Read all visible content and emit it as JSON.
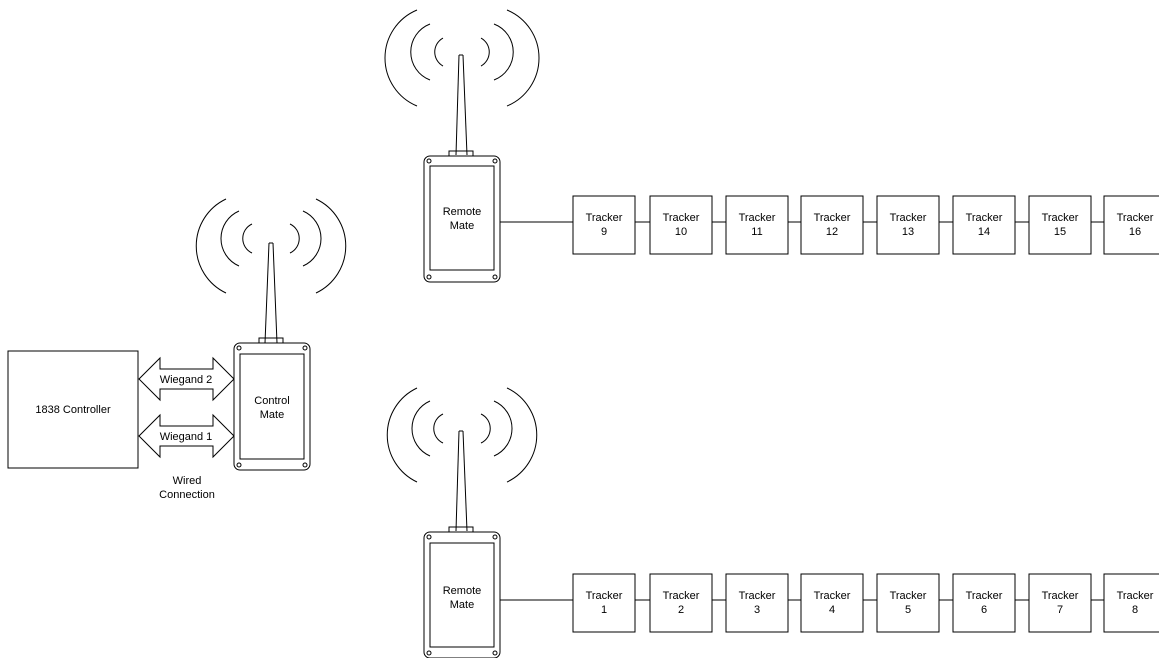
{
  "controller": {
    "label": "1838 Controller"
  },
  "control_mate": {
    "line1": "Control",
    "line2": "Mate"
  },
  "wiegand": {
    "top": "Wiegand 2",
    "bottom": "Wiegand 1"
  },
  "wired_connection": {
    "line1": "Wired",
    "line2": "Connection"
  },
  "remote_mate_top": {
    "line1": "Remote",
    "line2": "Mate"
  },
  "remote_mate_bottom": {
    "line1": "Remote",
    "line2": "Mate"
  },
  "tracker_word": "Tracker",
  "trackers_top": [
    "9",
    "10",
    "11",
    "12",
    "13",
    "14",
    "15",
    "16"
  ],
  "trackers_bottom": [
    "1",
    "2",
    "3",
    "4",
    "5",
    "6",
    "7",
    "8"
  ]
}
